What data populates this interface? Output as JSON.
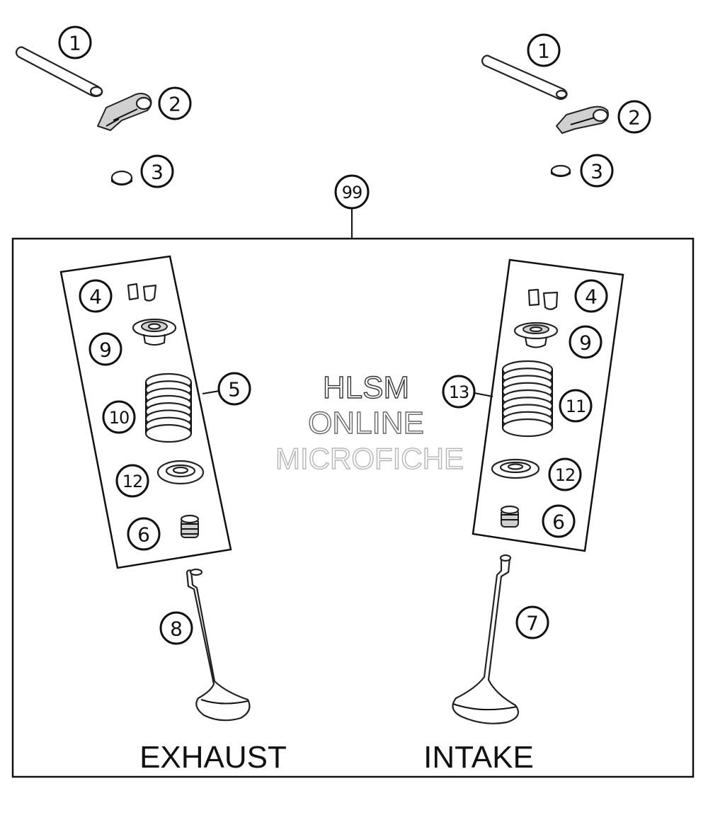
{
  "diagram": {
    "assembly_callout": "99",
    "callouts": {
      "shaft": "1",
      "rocker_arm": "2",
      "shim": "3",
      "valve_keeper": "4",
      "valve_spring_set_exhaust": "5",
      "valve_stem_seal": "6",
      "intake_valve": "7",
      "exhaust_valve": "8",
      "spring_retainer": "9",
      "exhaust_spring": "10",
      "intake_spring": "11",
      "spring_seat": "12",
      "valve_spring_set_intake": "13"
    },
    "labels": {
      "exhaust": "EXHAUST",
      "intake": "INTAKE"
    },
    "watermark": {
      "line1": "HLSM",
      "line2": "ONLINE",
      "line3": "MICROFICHE"
    },
    "colors": {
      "ink": "#111111",
      "watermark_dark": "#333333",
      "watermark_light": "#bbbbbb"
    }
  }
}
